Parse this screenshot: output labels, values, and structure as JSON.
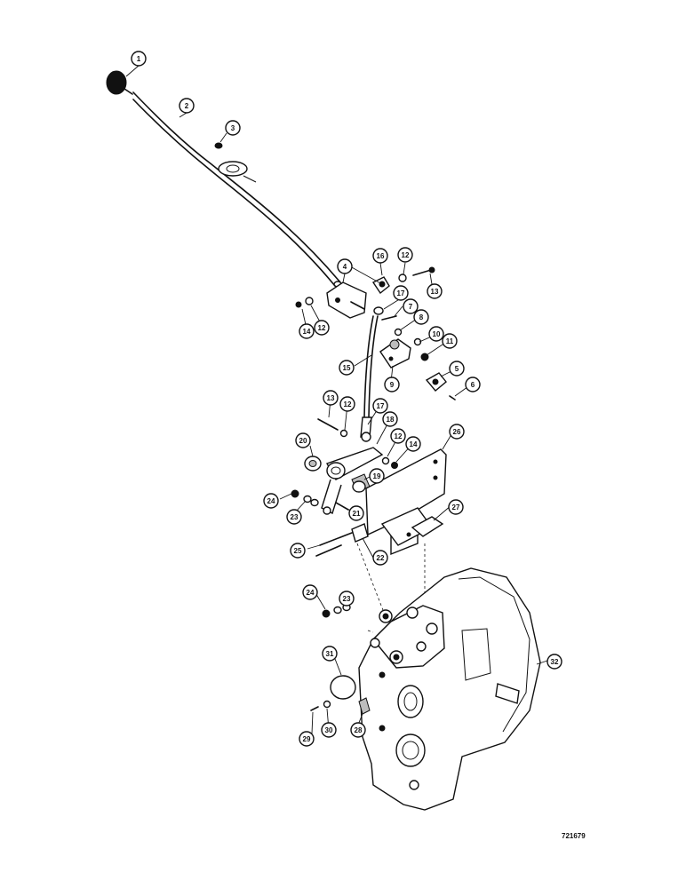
{
  "drawing_number": "721679",
  "callouts": [
    {
      "label": "1"
    },
    {
      "label": "2"
    },
    {
      "label": "3"
    },
    {
      "label": "4"
    },
    {
      "label": "16"
    },
    {
      "label": "12"
    },
    {
      "label": "13"
    },
    {
      "label": "17"
    },
    {
      "label": "7"
    },
    {
      "label": "8"
    },
    {
      "label": "14"
    },
    {
      "label": "12"
    },
    {
      "label": "10"
    },
    {
      "label": "11"
    },
    {
      "label": "15"
    },
    {
      "label": "9"
    },
    {
      "label": "5"
    },
    {
      "label": "6"
    },
    {
      "label": "13"
    },
    {
      "label": "12"
    },
    {
      "label": "17"
    },
    {
      "label": "18"
    },
    {
      "label": "26"
    },
    {
      "label": "20"
    },
    {
      "label": "12"
    },
    {
      "label": "14"
    },
    {
      "label": "19"
    },
    {
      "label": "24"
    },
    {
      "label": "23"
    },
    {
      "label": "21"
    },
    {
      "label": "27"
    },
    {
      "label": "25"
    },
    {
      "label": "22"
    },
    {
      "label": "24"
    },
    {
      "label": "23"
    },
    {
      "label": "31"
    },
    {
      "label": "32"
    },
    {
      "label": "29"
    },
    {
      "label": "30"
    },
    {
      "label": "28"
    }
  ]
}
